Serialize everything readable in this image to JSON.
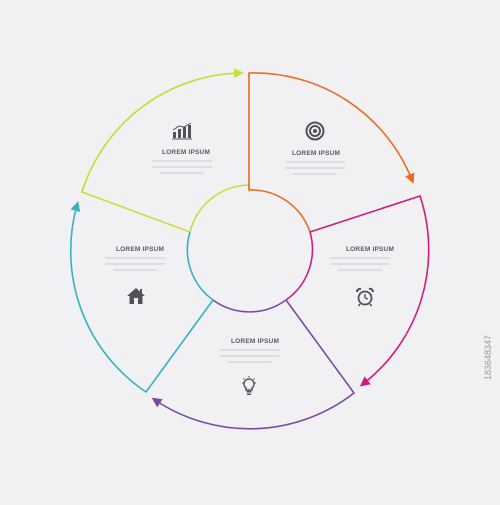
{
  "segments": [
    {
      "label": "LOREM IPSUM",
      "icon": "chart-bar-icon",
      "color": "#c9dd3a"
    },
    {
      "label": "LOREM IPSUM",
      "icon": "target-icon",
      "color": "#ec6a1f"
    },
    {
      "label": "LOREM IPSUM",
      "icon": "alarm-clock-icon",
      "color": "#d11b7e"
    },
    {
      "label": "LOREM IPSUM",
      "icon": "lightbulb-icon",
      "color": "#7b4aa6"
    },
    {
      "label": "LOREM IPSUM",
      "icon": "home-icon",
      "color": "#34b3c1"
    }
  ],
  "stock_id": "183648347",
  "icon_color": "#4f5359"
}
